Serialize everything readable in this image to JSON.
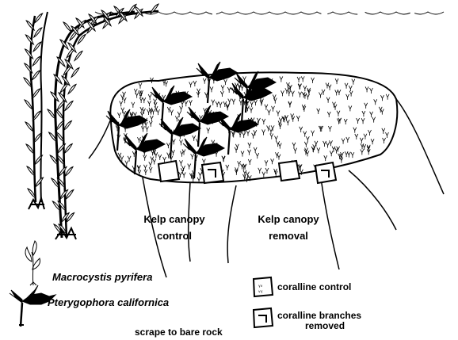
{
  "colors": {
    "ink": "#000000",
    "paper": "#ffffff"
  },
  "plot_labels": {
    "control_line1": "Kelp canopy",
    "control_line2": "control",
    "removal_line1": "Kelp canopy",
    "removal_line2": "removal"
  },
  "legend": {
    "macrocystis": "Macrocystis pyrifera",
    "pterygophora": "Pterygophora californica",
    "scrape": "scrape to bare rock",
    "coralline_control": "coralline control",
    "coralline_removed_line1": "coralline branches",
    "coralline_removed_line2": "removed"
  },
  "icons": [
    "macrocystis-icon",
    "pterygophora-icon",
    "coralline-control-icon",
    "coralline-removed-icon",
    "kelp-frond-icon",
    "quadrat-icon"
  ]
}
